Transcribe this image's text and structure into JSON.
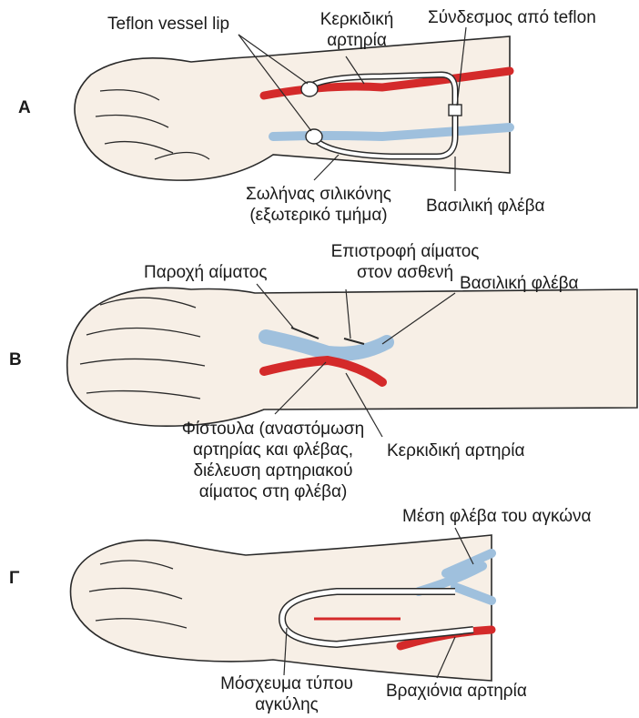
{
  "panels": {
    "A": {
      "letter": "A",
      "labels": {
        "vessel_lip": "Teflon vessel lip",
        "radial_artery_1": "Κερκιδική",
        "radial_artery_2": "αρτηρία",
        "teflon_connector": "Σύνδεσμος από teflon",
        "silicone_tube_1": "Σωλήνας σιλικόνης",
        "silicone_tube_2": "(εξωτερικό τμήμα)",
        "basilic_vein": "Βασιλική φλέβα"
      }
    },
    "B": {
      "letter": "B",
      "labels": {
        "blood_supply": "Παροχή αίματος",
        "blood_return_1": "Επιστροφή αίματος",
        "blood_return_2": "στον ασθενή",
        "basilic_vein": "Βασιλική φλέβα",
        "fistula_1": "Φίστουλα (αναστόμωση",
        "fistula_2": "αρτηρίας και φλέβας,",
        "fistula_3": "διέλευση αρτηριακού",
        "fistula_4": "αίματος στη φλέβα)",
        "radial_artery": "Κερκιδική αρτηρία"
      }
    },
    "C": {
      "letter": "Γ",
      "labels": {
        "median_cubital_vein": "Μέση φλέβα του αγκώνα",
        "loop_graft_1": "Μόσχευμα τύπου",
        "loop_graft_2": "αγκύλης",
        "brachial_artery": "Βραχιόνια αρτηρία"
      }
    }
  },
  "colors": {
    "artery": "#d42a2a",
    "vein": "#9fc0dd",
    "skin": "#f7efe6",
    "outline": "#2a2a2a"
  }
}
